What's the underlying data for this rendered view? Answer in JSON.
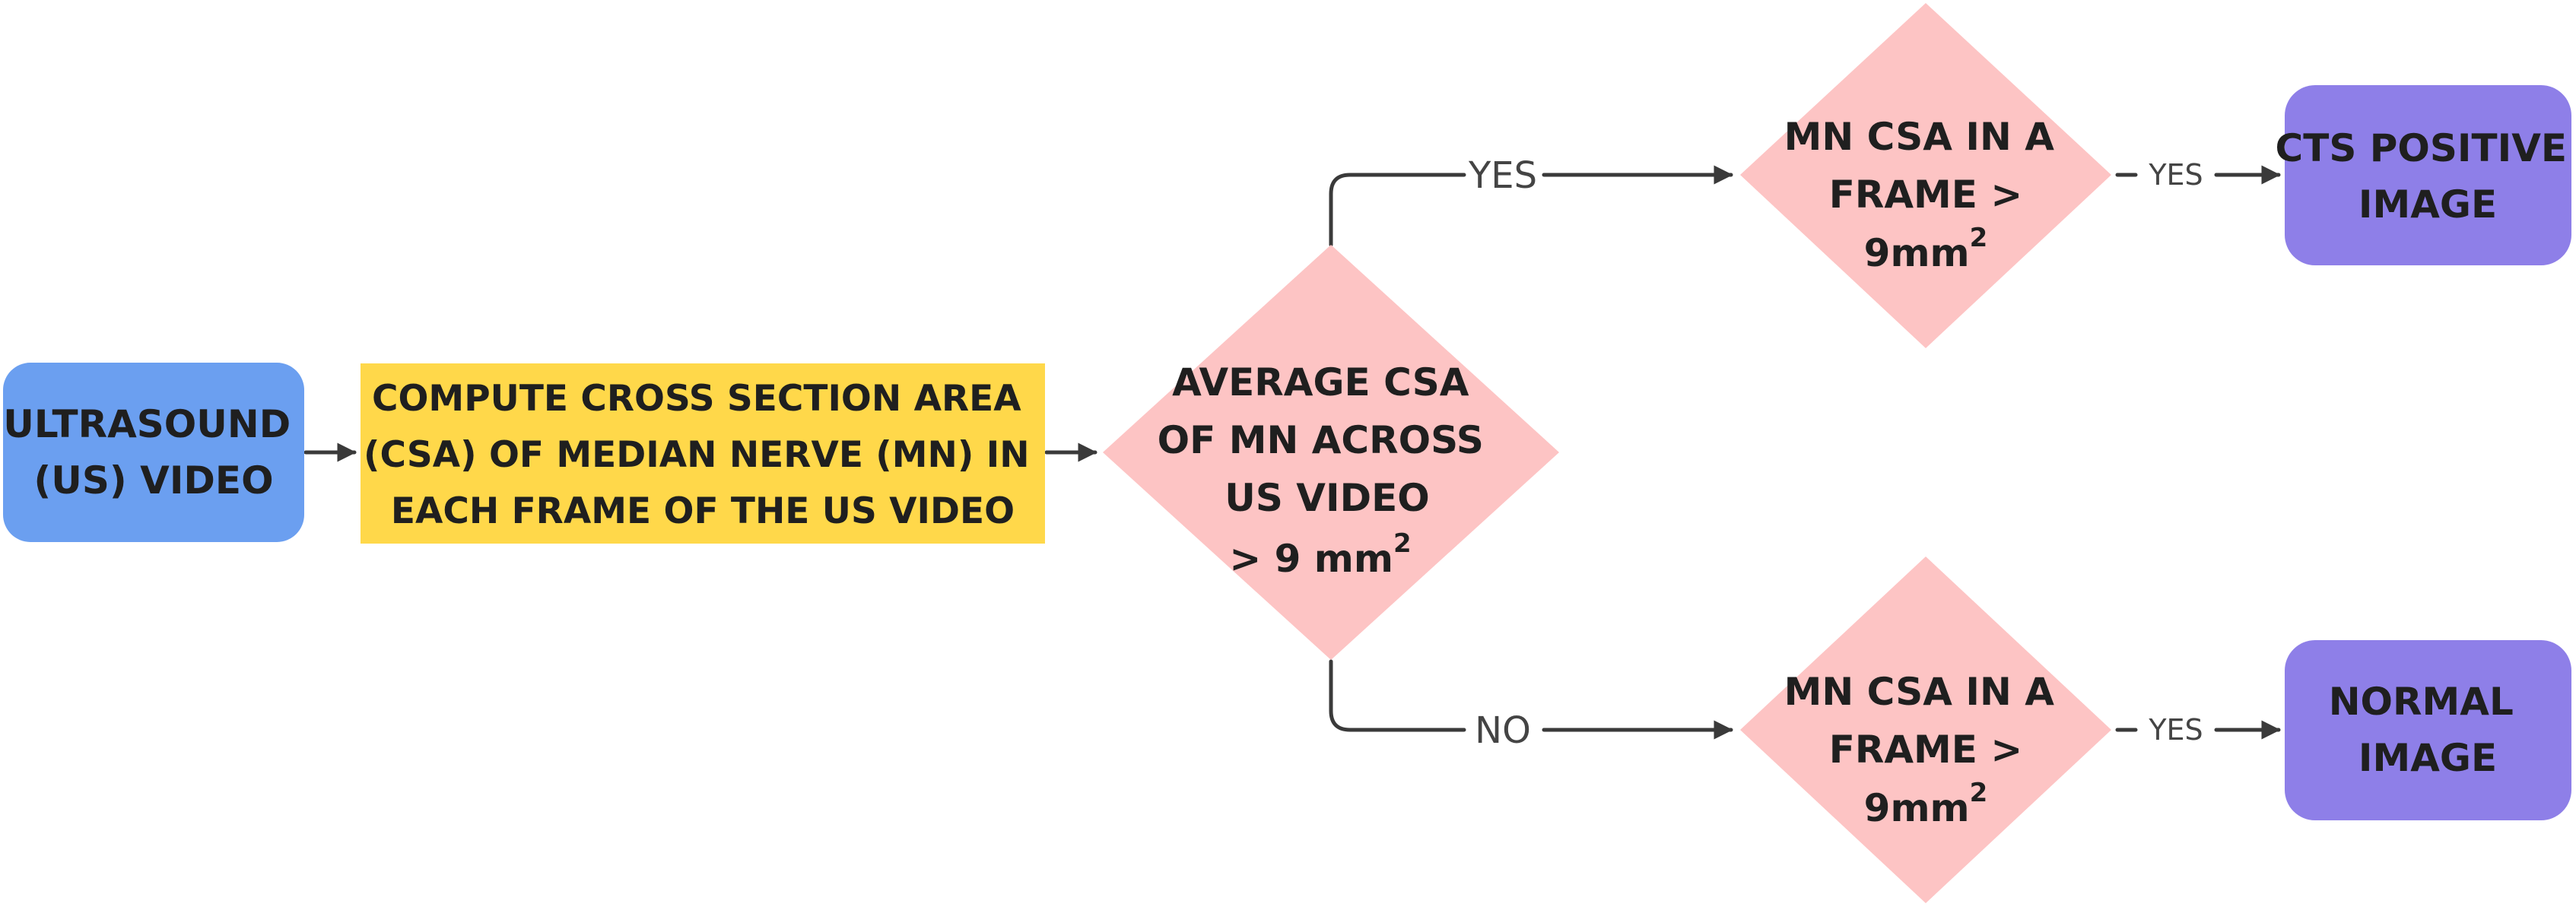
{
  "colors": {
    "start": "#6b9ff0",
    "process": "#ffd84a",
    "decision": "#fdc4c4",
    "terminal": "#8e7fe8",
    "line": "#3a3a3a"
  },
  "nodes": {
    "us_video": {
      "lines": [
        "ULTRASOUND",
        "(US) VIDEO"
      ]
    },
    "compute_csa": {
      "lines": [
        "COMPUTE CROSS SECTION AREA",
        "(CSA) OF MEDIAN NERVE (MN) IN",
        "EACH FRAME OF THE US VIDEO"
      ]
    },
    "avg_decision": {
      "lines": [
        "AVERAGE CSA",
        "OF MN ACROSS",
        "US VIDEO",
        "> 9 mm"
      ],
      "superscript": "2"
    },
    "frame_decision_top": {
      "lines": [
        "MN CSA IN A",
        "FRAME >",
        "9mm"
      ],
      "superscript": "2"
    },
    "frame_decision_bottom": {
      "lines": [
        "MN CSA IN A",
        "FRAME >",
        "9mm"
      ],
      "superscript": "2"
    },
    "cts_positive": {
      "lines": [
        "CTS POSITIVE",
        "IMAGE"
      ]
    },
    "normal": {
      "lines": [
        "NORMAL",
        "IMAGE"
      ]
    }
  },
  "edges": {
    "avg_yes": "YES",
    "avg_no": "NO",
    "top_yes": "YES",
    "bottom_yes": "YES"
  }
}
